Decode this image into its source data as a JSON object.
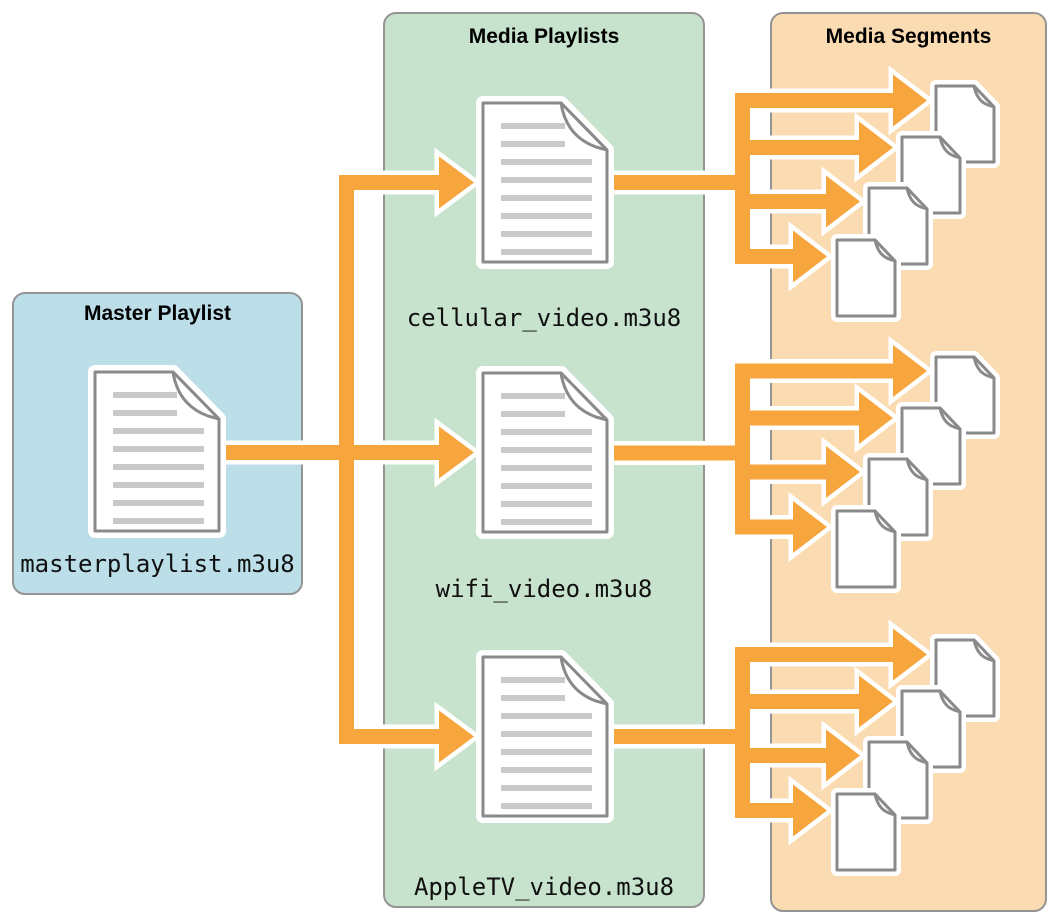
{
  "panels": {
    "master": {
      "title": "Master Playlist",
      "filename": "masterplaylist.m3u8",
      "bg_color": "#BCDEE9"
    },
    "media_playlists": {
      "title": "Media Playlists",
      "files": [
        "cellular_video.m3u8",
        "wifi_video.m3u8",
        "AppleTV_video.m3u8"
      ],
      "bg_color": "#C7E3CD"
    },
    "media_segments": {
      "title": "Media Segments",
      "bg_color": "#FBDBB1",
      "segment_groups": [
        {
          "source": "cellular_video.m3u8",
          "segment_count": 4
        },
        {
          "source": "wifi_video.m3u8",
          "segment_count": 4
        },
        {
          "source": "AppleTV_video.m3u8",
          "segment_count": 4
        }
      ]
    }
  },
  "colors": {
    "arrow": "#F7A63D",
    "panel_border": "#949494",
    "document_border": "#8A8A8A",
    "document_text_line": "#C9C9C9"
  },
  "icons": {
    "lined_document": "document-with-text-lines-and-folded-corner",
    "blank_document": "blank-document-with-folded-corner",
    "arrow": "orange-flow-arrow"
  }
}
